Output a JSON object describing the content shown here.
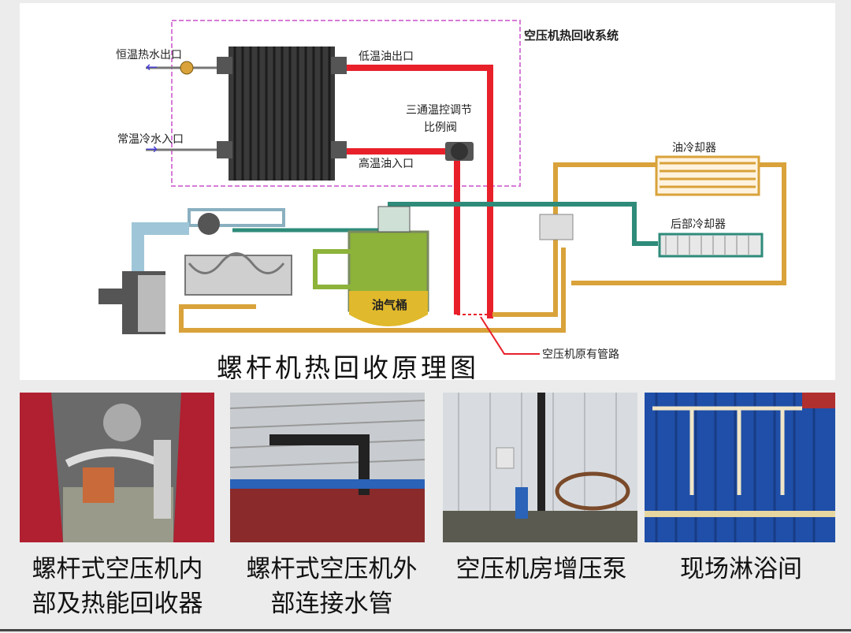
{
  "diagram": {
    "system_label": "空压机热回收系统",
    "hot_water_out": "恒温热水出口",
    "cold_water_in": "常温冷水入口",
    "low_temp_oil_out": "低温油出口",
    "high_temp_oil_in": "高温油入口",
    "valve_label_1": "三通温控调节",
    "valve_label_2": "比例阀",
    "oil_cooler": "油冷却器",
    "after_cooler": "后部冷却器",
    "oil_gas_tank": "油气桶",
    "original_piping": "空压机原有管路",
    "title": "螺杆机热回收原理图"
  },
  "colors": {
    "hot_oil": "#e8202a",
    "oil_pipe": "#d9a23a",
    "air_pipe": "#2e8b7a",
    "frame": "#d77bd8",
    "tank": "#e0b92c",
    "water_arrow": "#4a3fd1"
  },
  "photos": [
    {
      "caption_line1": "螺杆式空压机内",
      "caption_line2": "部及热能回收器"
    },
    {
      "caption_line1": "螺杆式空压机外",
      "caption_line2": "部连接水管"
    },
    {
      "caption_line1": "空压机房增压泵",
      "caption_line2": ""
    },
    {
      "caption_line1": "现场淋浴间",
      "caption_line2": ""
    }
  ]
}
